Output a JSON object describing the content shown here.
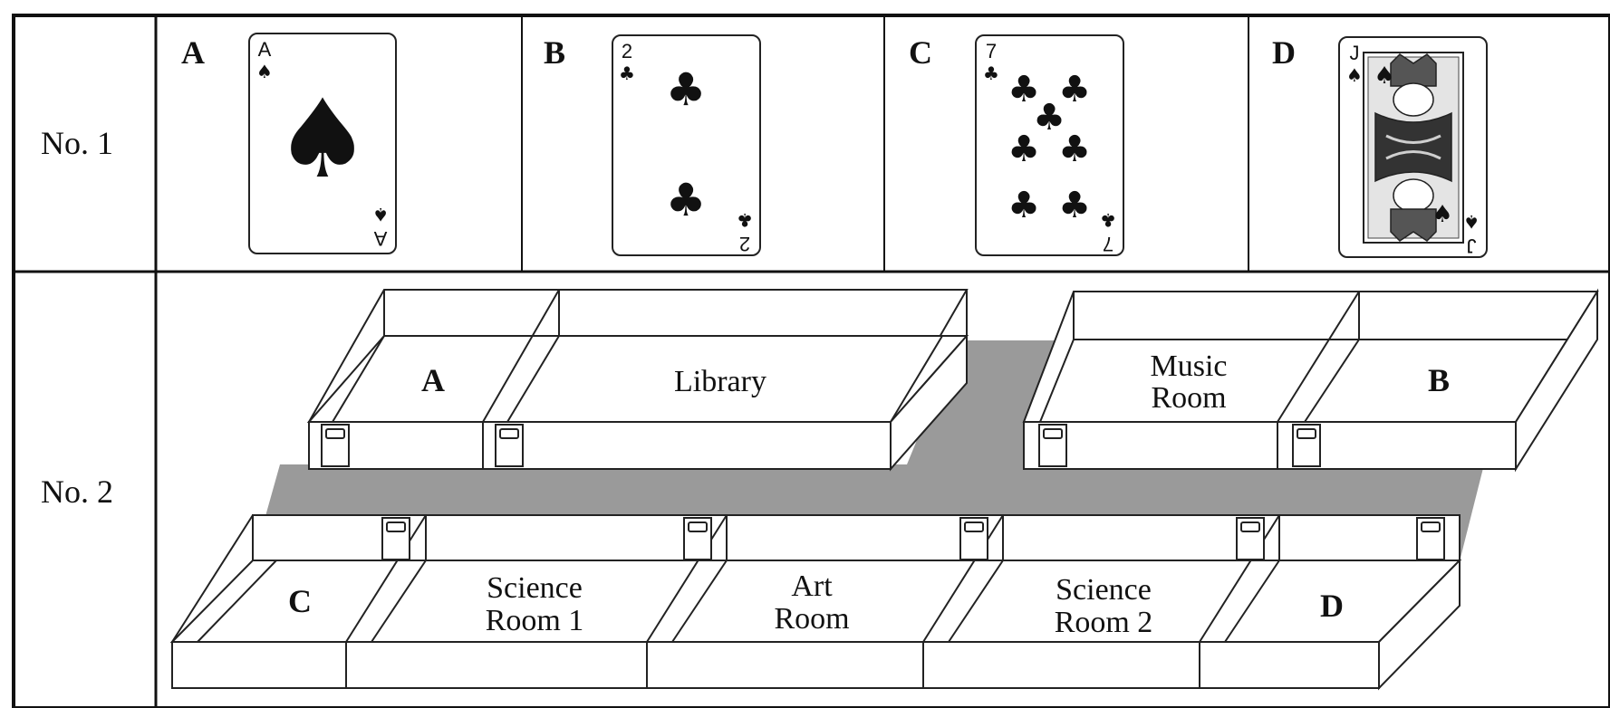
{
  "rows": {
    "row1_label": "No. 1",
    "row2_label": "No. 2"
  },
  "cards": [
    {
      "option": "A",
      "rank": "A",
      "suit": "spade-icon",
      "suit_glyph": "♠"
    },
    {
      "option": "B",
      "rank": "2",
      "suit": "club-icon",
      "suit_glyph": "♣"
    },
    {
      "option": "C",
      "rank": "7",
      "suit": "club-icon",
      "suit_glyph": "♣"
    },
    {
      "option": "D",
      "rank": "J",
      "suit": "spade-icon",
      "suit_glyph": "♠"
    }
  ],
  "school": {
    "top_rooms": {
      "a": "A",
      "library": "Library",
      "music_line1": "Music",
      "music_line2": "Room",
      "b": "B"
    },
    "bottom_rooms": {
      "c": "C",
      "sci1_line1": "Science",
      "sci1_line2": "Room 1",
      "art_line1": "Art",
      "art_line2": "Room",
      "sci2_line1": "Science",
      "sci2_line2": "Room 2",
      "d": "D"
    },
    "corridor_color": "#9a9a9a"
  }
}
